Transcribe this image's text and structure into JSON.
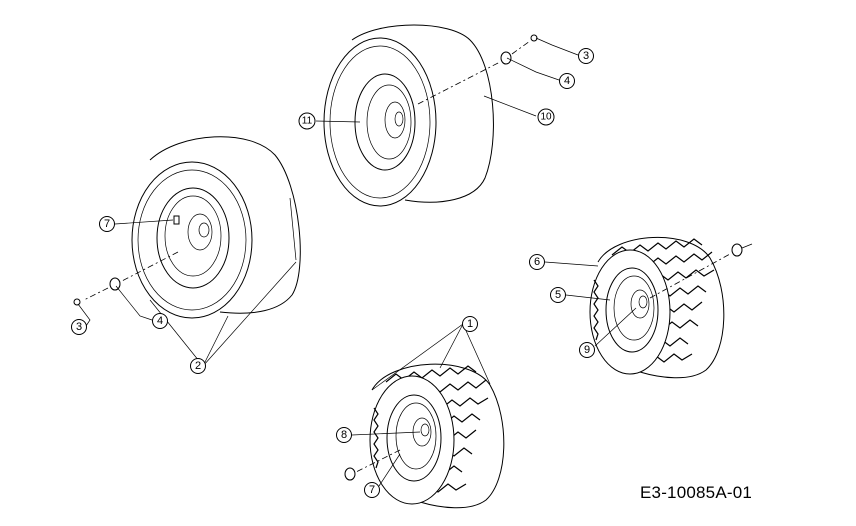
{
  "drawing_number": "E3-10085A-01",
  "callouts": [
    "1",
    "2",
    "3",
    "3",
    "4",
    "4",
    "5",
    "6",
    "7",
    "7",
    "8",
    "9",
    "10",
    "11"
  ]
}
